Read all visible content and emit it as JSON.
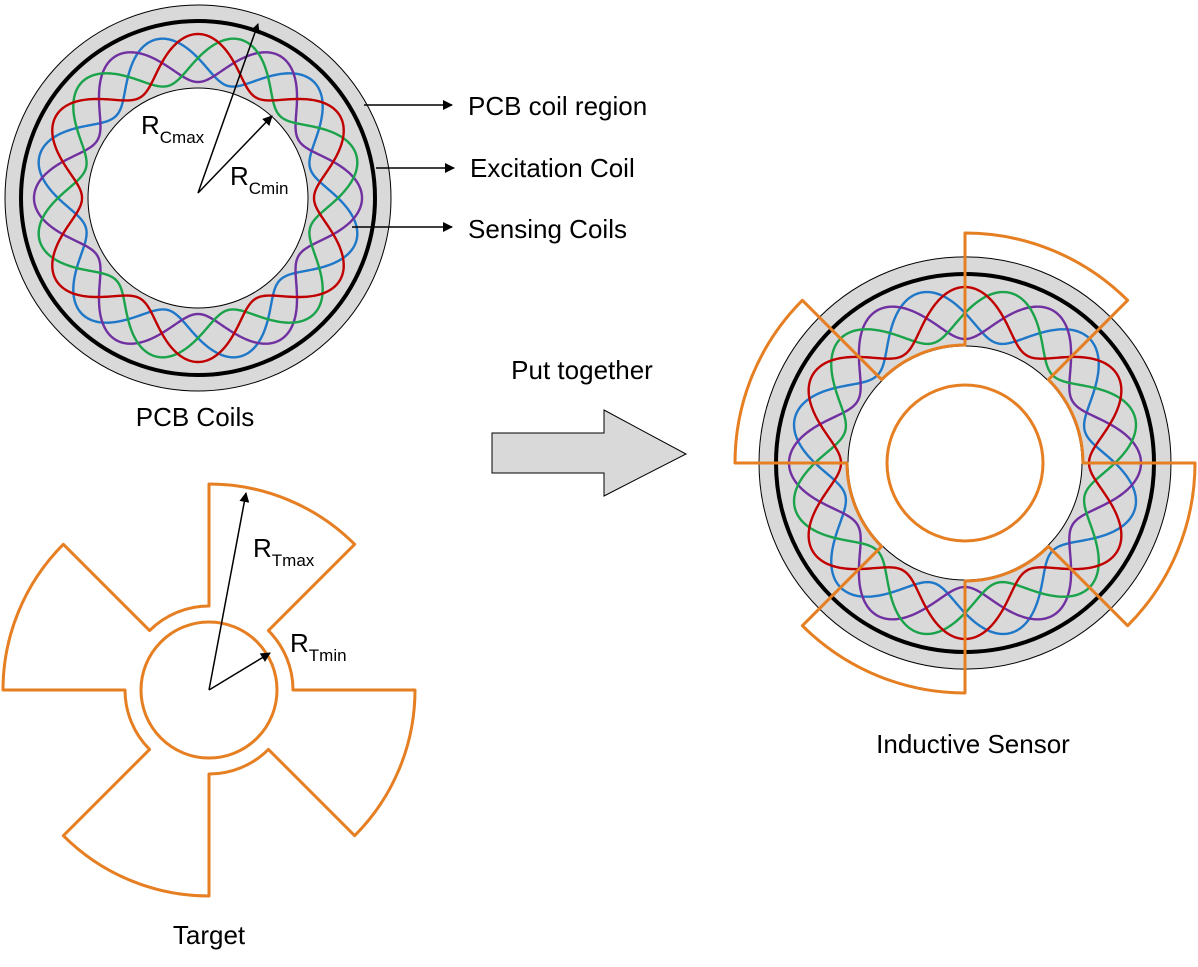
{
  "labels": {
    "pcb_coil_region": "PCB coil region",
    "excitation_coil": "Excitation Coil",
    "sensing_coils": "Sensing Coils",
    "pcb_coils": "PCB Coils",
    "put_together": "Put together",
    "target": "Target",
    "inductive_sensor": "Inductive Sensor"
  },
  "radii": {
    "coil_max": {
      "base": "R",
      "sub": "Cmax"
    },
    "coil_min": {
      "base": "R",
      "sub": "Cmin"
    },
    "target_max": {
      "base": "R",
      "sub": "Tmax"
    },
    "target_min": {
      "base": "R",
      "sub": "Tmin"
    }
  },
  "colors": {
    "target": "#e67e22",
    "sensing_red": "#c00000",
    "sensing_green": "#1aa34a",
    "sensing_blue": "#1f77c8",
    "sensing_purple": "#7030a0",
    "pcb_fill": "#d9d9d9",
    "excitation": "#000000"
  },
  "target": {
    "blade_count": 4
  }
}
